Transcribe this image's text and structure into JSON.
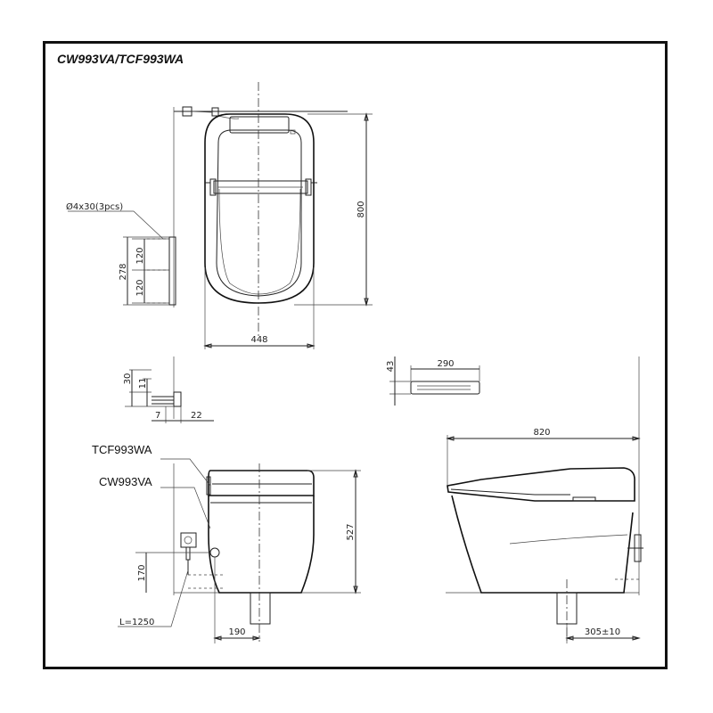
{
  "title": "CW993VA/TCF993WA",
  "labels": {
    "seat_model": "TCF993WA",
    "bowl_model": "CW993VA",
    "hose_length": "L=1250",
    "screws": "Ø4x30(3pcs)"
  },
  "dimensions": {
    "top_length": "800",
    "top_width": "448",
    "bracket_height": "278",
    "bracket_spacing_upper": "120",
    "bracket_spacing_lower": "120",
    "small_30": "30",
    "small_11": "11",
    "small_7": "7",
    "small_22": "22",
    "remote_height": "43",
    "remote_width": "290",
    "side_length": "820",
    "front_height": "527",
    "supply_height": "170",
    "outlet_offset": "190",
    "rough_in": "305±10"
  }
}
